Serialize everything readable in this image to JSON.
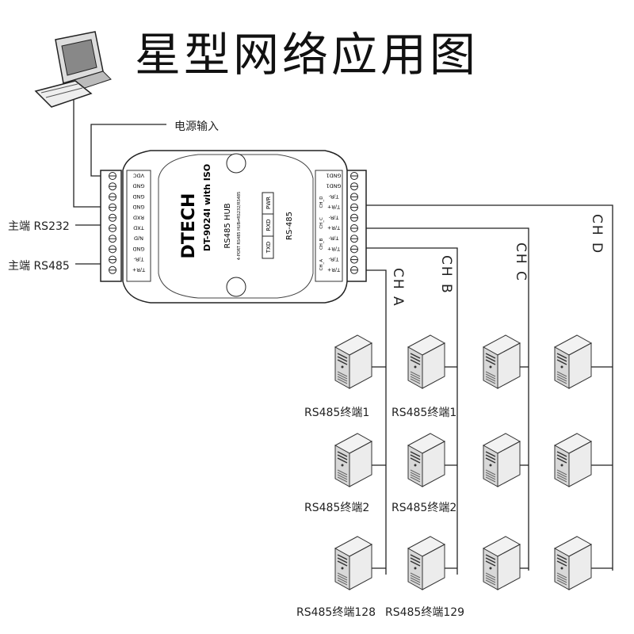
{
  "title": "星型网络应用图",
  "power_label": "电源输入",
  "master_rs232": "主端 RS232",
  "master_rs485": "主端 RS485",
  "device": {
    "brand": "DTECH",
    "model": "DT-9024I with ISO",
    "name": "RS485 HUB",
    "subtitle": "4-PORT RS485 HUB⇌RS232/RS485",
    "port_label": "RS-485",
    "leds": [
      "TXD",
      "RXD",
      "PWR"
    ],
    "left_pins": [
      "VDC",
      "GND",
      "GND",
      "GND",
      "RXD",
      "TXD",
      "N/D",
      "GND",
      "T/R-",
      "T/R+"
    ],
    "right_pins": [
      "GND1",
      "GND1",
      "T/R-",
      "T/R+",
      "T/R-",
      "T/R+",
      "T/R-",
      "T/R+",
      "T/R-",
      "T/R+"
    ],
    "channel_tags": [
      "CH_D",
      "CH_C",
      "CH_B",
      "CH_A"
    ]
  },
  "channels": [
    "CH A",
    "CH B",
    "CH C",
    "CH D"
  ],
  "terminal_labels": {
    "a1": "RS485终端1",
    "b1": "RS485终端1",
    "a2": "RS485终端2",
    "b2": "RS485终端2",
    "a3": "RS485终端128",
    "b3": "RS485终端129"
  }
}
